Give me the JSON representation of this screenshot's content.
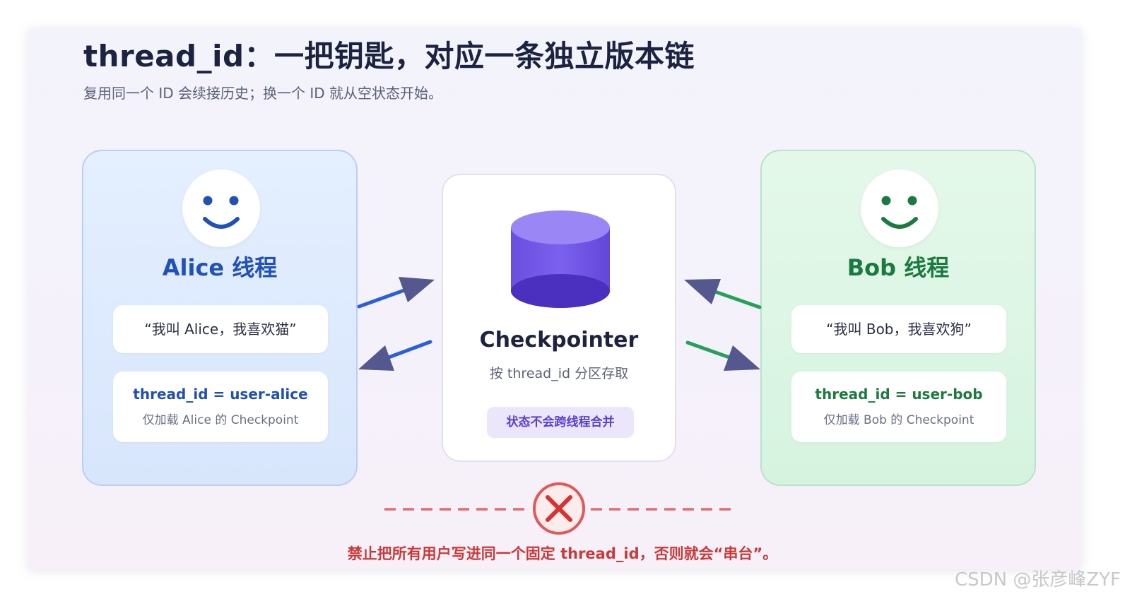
{
  "header": {
    "title": "thread_id：一把钥匙，对应一条独立版本链",
    "subtitle": "复用同一个 ID 会续接历史；换一个 ID 就从空状态开始。"
  },
  "alice": {
    "title": "Alice 线程",
    "quote": "“我叫 Alice，我喜欢猫”",
    "thread_id": "thread_id = user-alice",
    "note": "仅加载 Alice 的 Checkpoint",
    "color": "#2150b8"
  },
  "checkpointer": {
    "title": "Checkpointer",
    "subtitle": "按 thread_id 分区存取",
    "badge": "状态不会跨线程合并",
    "icon": "database-icon",
    "color": "#6d4fe0"
  },
  "bob": {
    "title": "Bob 线程",
    "quote": "“我叫 Bob，我喜欢狗”",
    "thread_id": "thread_id = user-bob",
    "note": "仅加载 Bob 的 Checkpoint",
    "color": "#1a7a40"
  },
  "warning": {
    "text": "禁止把所有用户写进同一个固定 thread_id，否则就会“串台”。",
    "icon": "forbidden-x-icon",
    "color": "#c83a3a"
  },
  "watermark": "CSDN @张彦峰ZYF"
}
